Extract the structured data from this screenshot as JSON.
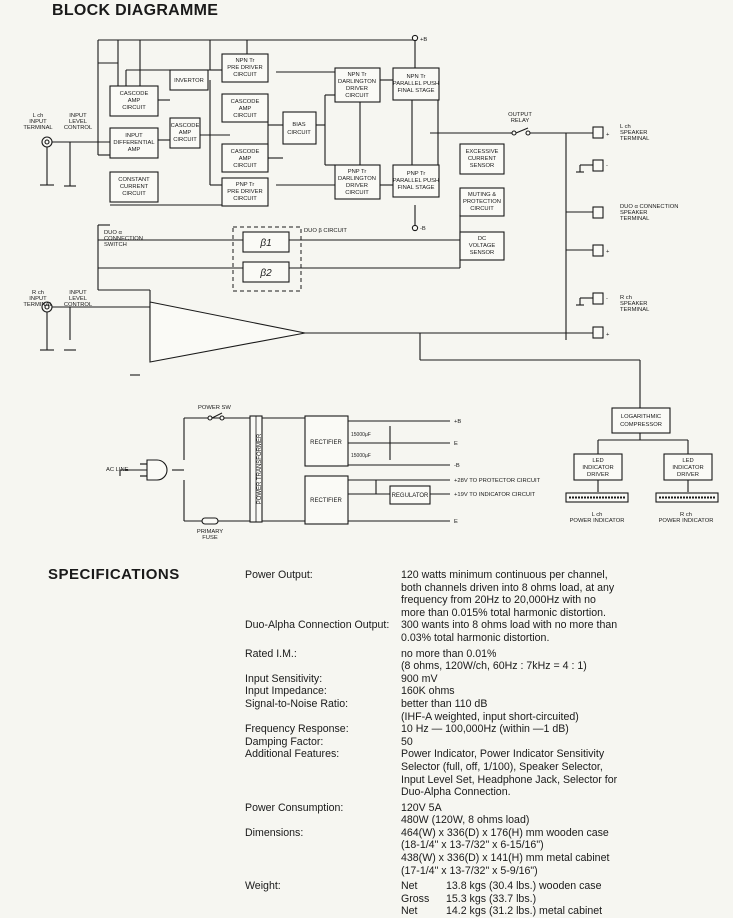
{
  "block_title": "BLOCK DIAGRAMME",
  "diagram": {
    "blocks": {
      "cascode_amp_l": [
        "CASCODE",
        "AMP",
        "CIRCUIT"
      ],
      "inverter": [
        "INVERTOR"
      ],
      "npn_pre_driver": [
        "NPN Tr",
        "PRE DRIVER",
        "CIRCUIT"
      ],
      "npn_darlington": [
        "NPN Tr",
        "DARLINGTON",
        "DRIVER",
        "CIRCUIT"
      ],
      "npn_final": [
        "NPN Tr",
        "PARALLEL PUSH",
        "FINAL STAGE"
      ],
      "input_diff_amp": [
        "INPUT",
        "DIFFERENTIAL",
        "AMP"
      ],
      "cascode_amp_mid": [
        "CASCODE",
        "AMP",
        "CIRCUIT"
      ],
      "cascode_amp_c1": [
        "CASCODE",
        "AMP",
        "CIRCUIT"
      ],
      "cascode_amp_c2": [
        "CASCODE",
        "AMP",
        "CIRCUIT"
      ],
      "bias": [
        "BIAS",
        "CIRCUIT"
      ],
      "constant_current": [
        "CONSTANT",
        "CURRENT",
        "CIRCUIT"
      ],
      "pnp_pre_driver": [
        "PNP Tr",
        "PRE DRIVER",
        "CIRCUIT"
      ],
      "pnp_darlington": [
        "PNP Tr",
        "DARLINGTON",
        "DRIVER",
        "CIRCUIT"
      ],
      "pnp_final": [
        "PNP Tr",
        "PARALLEL PUSH",
        "FINAL STAGE"
      ],
      "excessive_current": [
        "EXCESSIVE",
        "CURRENT",
        "SENSOR"
      ],
      "muting": [
        "MUTING &",
        "PROTECTION",
        "CIRCUIT"
      ],
      "dc_sensor": [
        "DC",
        "VOLTAGE",
        "SENSOR"
      ],
      "beta1": "β1",
      "beta2": "β2",
      "log_comp": [
        "LOGARITHMIC",
        "COMPRESSOR"
      ],
      "led_driver_l": [
        "LED",
        "INDICATOR",
        "DRIVER"
      ],
      "led_driver_r": [
        "LED",
        "INDICATOR",
        "DRIVER"
      ],
      "rectifier_1": "RECTIFIER",
      "rectifier_2": "RECTIFIER",
      "regulator": "REGULATOR",
      "transformer": "POWER TRANSFORMER"
    },
    "labels": {
      "plus_b_top": "+B",
      "minus_b_top": "-B",
      "lch_input": [
        "L ch",
        "INPUT",
        "TERMINAL"
      ],
      "lch_level": [
        "INPUT",
        "LEVEL",
        "CONTROL"
      ],
      "rch_input": [
        "R ch",
        "INPUT",
        "TERMINAL"
      ],
      "rch_level": [
        "INPUT",
        "LEVEL",
        "CONTROL"
      ],
      "output_relay": [
        "OUTPUT",
        "RELAY"
      ],
      "lch_speaker": [
        "L ch",
        "SPEAKER",
        "TERMINAL"
      ],
      "duo_alpha_connection": [
        "DUO α CONNECTION",
        "SPEAKER",
        "TERMINAL"
      ],
      "rch_speaker": [
        "R ch",
        "SPEAKER",
        "TERMINAL"
      ],
      "duo_beta": "DUO β CIRCUIT",
      "duo_alpha_switch": [
        "DUO α",
        "CONNECTION",
        "SWITCH"
      ],
      "plus": "+",
      "minus": "-",
      "power_sw": "POWER SW",
      "ac_line": "AC LINE",
      "primary_fuse": [
        "PRIMARY",
        "FUSE"
      ],
      "cap_1": "15000μF",
      "cap_2": "15000μF",
      "rail_plus_b": "+B",
      "rail_e": "E",
      "rail_minus_b": "-B",
      "rail_28v": "+28V TO PROTECTOR CIRCUIT",
      "rail_19v": "+19V TO INDICATOR CIRCUIT",
      "rail_e2": "E",
      "lch_power_indicator": [
        "L ch",
        "POWER INDICATOR"
      ],
      "rch_power_indicator": [
        "R ch",
        "POWER INDICATOR"
      ]
    }
  },
  "specs_title": "SPECIFICATIONS",
  "specs": {
    "power_output": {
      "label": "Power Output:",
      "lines": [
        "120 watts minimum continuous per channel,",
        "both channels driven into 8 ohms load, at any",
        "frequency from 20Hz to 20,000Hz with no",
        "more than 0.015% total harmonic distortion."
      ]
    },
    "duo_alpha": {
      "label": "Duo-Alpha Connection Output:",
      "lines": [
        "300 wants into 8 ohms load with no more than",
        "0.03% total harmonic distortion."
      ]
    },
    "rated_im": {
      "label": "Rated I.M.:",
      "lines": [
        "no more than 0.01%",
        "(8 ohms, 120W/ch, 60Hz : 7kHz = 4 : 1)"
      ]
    },
    "input_sensitivity": {
      "label": "Input Sensitivity:",
      "value": "900 mV"
    },
    "input_impedance": {
      "label": "Input Impedance:",
      "value": "160K ohms"
    },
    "snr": {
      "label": "Signal-to-Noise Ratio:",
      "lines": [
        "better than 110 dB",
        "(IHF-A weighted, input short-circuited)"
      ]
    },
    "freq_response": {
      "label": "Frequency Response:",
      "value": "10 Hz — 100,000Hz (within —1 dB)"
    },
    "damping": {
      "label": "Damping Factor:",
      "value": "50"
    },
    "additional": {
      "label": "Additional Features:",
      "lines": [
        "Power Indicator, Power Indicator Sensitivity",
        "Selector (full, off, 1/100), Speaker Selector,",
        "Input Level Set, Headphone Jack, Selector for",
        "Duo-Alpha Connection."
      ]
    },
    "power_consumption": {
      "label": "Power Consumption:",
      "lines": [
        "120V 5A",
        "480W (120W, 8 ohms load)"
      ]
    },
    "dimensions": {
      "label": "Dimensions:",
      "lines": [
        "464(W) x 336(D) x 176(H) mm wooden case",
        "(18-1/4\" x 13-7/32\" x 6-15/16\")",
        "438(W) x 336(D) x 141(H) mm metal cabinet",
        "(17-1/4\" x 13-7/32\" x 5-9/16\")"
      ]
    },
    "weight": {
      "label": "Weight:",
      "rows": [
        {
          "k": "Net",
          "v": "13.8 kgs (30.4 lbs.) wooden case"
        },
        {
          "k": "Gross",
          "v": "15.3 kgs (33.7 lbs.)"
        },
        {
          "k": "Net",
          "v": "14.2 kgs (31.2 lbs.) metal cabinet"
        }
      ]
    }
  }
}
